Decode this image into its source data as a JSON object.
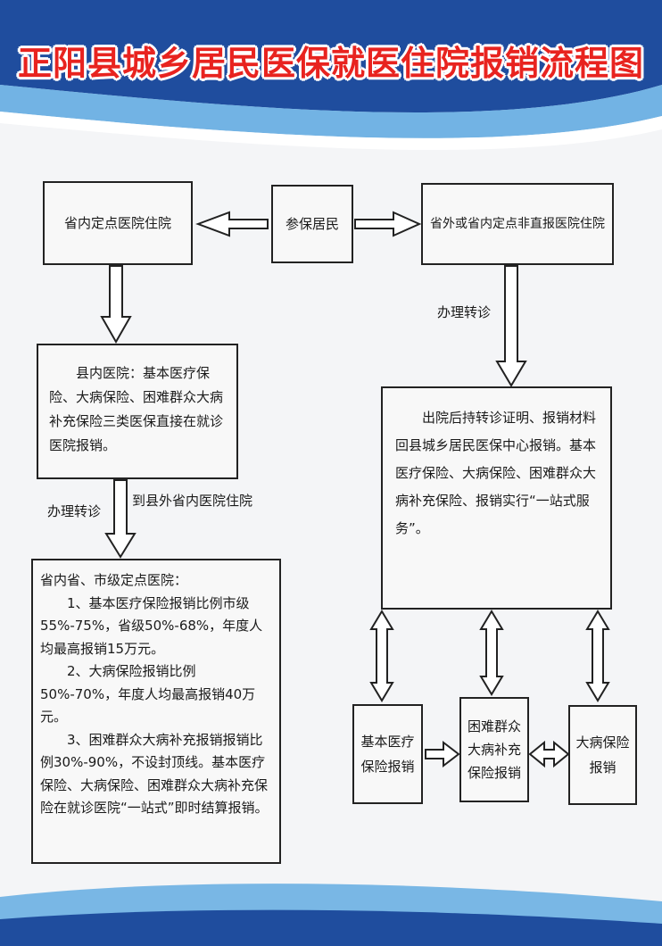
{
  "title": "正阳县城乡居民医保就医住院报销流程图",
  "colors": {
    "title": "#e8231f",
    "band_dark": "#1f4d9e",
    "band_light": "#5aa7e0"
  },
  "boxes": {
    "insured": "参保居民",
    "in_province": "省内定点医院住院",
    "out_province": "省外或省内定点非直报医院住院",
    "county": "县内医院：基本医疗保险、大病保险、困难群众大病补充保险三类医保直接在就诊医院报销。",
    "return_center": "出院后持转诊证明、报销材料回县城乡居民医保中心报销。基本医疗保险、大病保险、困难群众大病补充保险、报销实行“一站式服务”。",
    "provincial": {
      "heading": "省内省、市级定点医院：",
      "items": [
        "1、基本医疗保险报销比例市级55%-75%，省级50%-68%，年度人均最高报销15万元。",
        "2、大病保险报销比例50%-70%，年度人均最高报销40万元。",
        "3、困难群众大病补充报销报销比例30%-90%，不设封顶线。基本医疗保险、大病保险、困难群众大病补充保险在就诊医院“一站式”即时结算报销。"
      ]
    },
    "basic": "基本医疗保险报销",
    "poor": "困难群众大病补充保险报销",
    "serious": "大病保险报销"
  },
  "labels": {
    "referral_right": "办理转诊",
    "referral_left": "办理转诊",
    "referral_dest": "到县外省内医院住院"
  }
}
